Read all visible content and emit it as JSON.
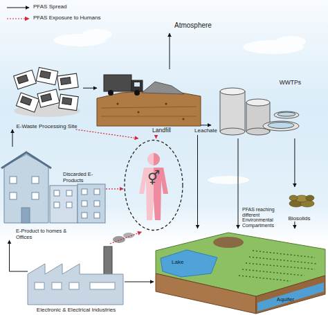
{
  "diagram": {
    "nodes": [
      {
        "text": [
          "Atmosphere"
        ]
      },
      {
        "text": [
          "E-Waste Processing Site"
        ]
      },
      {
        "text": [
          "Landfill"
        ]
      },
      {
        "text": [
          "WWTPs"
        ]
      },
      {
        "text": [
          "Biosolids"
        ]
      },
      {
        "text": [
          "⚥"
        ]
      },
      {
        "text": [
          "Discarded E-Products",
          "E-Product to homes & Offices"
        ]
      },
      {
        "text": [
          "Electronic & Electrical Industries"
        ]
      },
      {
        "text": [
          "PFAS reaching different Environmental Compartments"
        ]
      },
      {
        "text": [
          "Lake"
        ],
        "in": 8
      },
      {
        "text": [
          "Aquifer"
        ],
        "in": 8
      }
    ],
    "edges": [
      {
        "from": 1,
        "to": 2,
        "arrow": "to"
      },
      {
        "from": 2,
        "to": 0,
        "arrow": "to"
      },
      {
        "from": 2,
        "to": 3,
        "label": "Leachate",
        "arrow": "to"
      },
      {
        "from": 3,
        "to": 4,
        "arrow": "to"
      },
      {
        "from": 3,
        "to": 8,
        "arrow": "to"
      },
      {
        "from": 2,
        "to": 8,
        "arrow": "to"
      },
      {
        "from": 4,
        "to": 8,
        "arrow": "to"
      },
      {
        "from": 6,
        "to": 1,
        "arrow": "to"
      },
      {
        "from": 7,
        "to": 6,
        "arrow": "to"
      },
      {
        "from": 7,
        "to": 8,
        "arrow": "to"
      },
      {
        "from": 1,
        "to": 5,
        "arrow": "to"
      },
      {
        "from": 2,
        "to": 5,
        "arrow": "to"
      },
      {
        "from": 6,
        "to": 5,
        "arrow": "to"
      },
      {
        "from": 7,
        "to": 5,
        "arrow": "to"
      }
    ],
    "legend": [
      {
        "text": "PFAS Spread"
      },
      {
        "text": "PFAS Exposure to Humans"
      }
    ]
  }
}
